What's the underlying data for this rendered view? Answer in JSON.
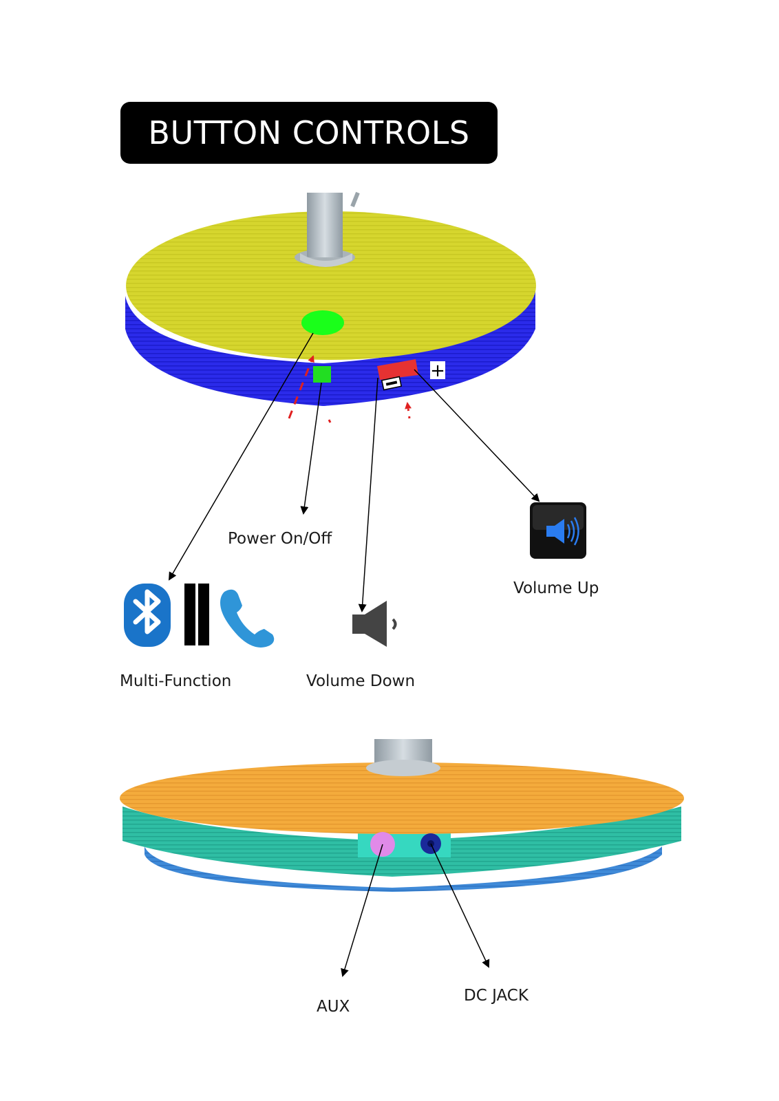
{
  "title": "BUTTON CONTROLS",
  "colors": {
    "top_plate": "#d4d42a",
    "top_base": "#2626e6",
    "multi_button": "#1aff1a",
    "power_button": "#22dd22",
    "volume_buttons": "#e83030",
    "bottom_plate": "#f2a93a",
    "bottom_base": "#2bb8a0",
    "aux_port": "#e08ae8",
    "dc_port": "#1a2a9a"
  },
  "top_view": {
    "labels": {
      "power": "Power On/Off",
      "multi": "Multi-Function",
      "volume_down": "Volume Down",
      "volume_up": "Volume Up"
    },
    "icons": {
      "multi": [
        "bluetooth-icon",
        "pause-icon",
        "phone-icon"
      ],
      "volume_down": "speaker-low-icon",
      "volume_up": "speaker-high-icon"
    },
    "plus_symbol": "+"
  },
  "bottom_view": {
    "labels": {
      "aux": "AUX",
      "dc": "DC JACK"
    }
  }
}
